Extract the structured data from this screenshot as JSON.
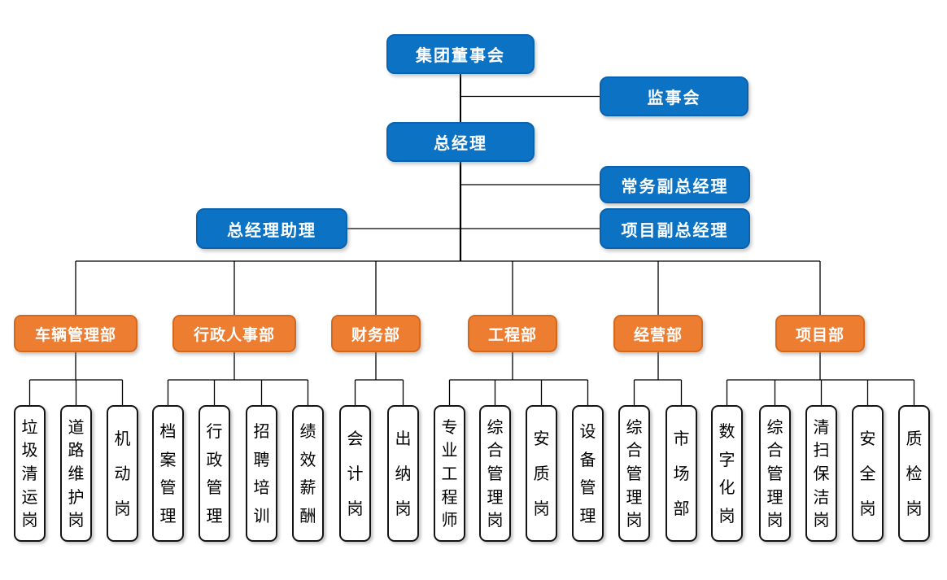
{
  "colors": {
    "blue": "#0C72C4",
    "blue_border": "#0A63B1",
    "orange": "#ED7D31",
    "orange_border": "#D2691E",
    "line": "#000000",
    "leaf_border": "#141414",
    "text_on_fill": "#FFFFFF",
    "leaf_text": "#000000",
    "background": "#FFFFFF"
  },
  "executive": {
    "board": "集团董事会",
    "supervisory": "监事会",
    "general_manager": "总经理",
    "executive_deputy_gm": "常务副总经理",
    "gm_assistant": "总经理助理",
    "project_deputy_gm": "项目副总经理"
  },
  "departments": [
    {
      "name": "车辆管理部",
      "positions": [
        "垃圾清运岗",
        "道路维护岗",
        "机动岗"
      ]
    },
    {
      "name": "行政人事部",
      "positions": [
        "档案管理",
        "行政管理",
        "招聘培训",
        "绩效薪酬"
      ]
    },
    {
      "name": "财务部",
      "positions": [
        "会计岗",
        "出纳岗"
      ]
    },
    {
      "name": "工程部",
      "positions": [
        "专业工程师",
        "综合管理岗",
        "安质岗",
        "设备管理"
      ]
    },
    {
      "name": "经营部",
      "positions": [
        "综合管理岗",
        "市场部"
      ]
    },
    {
      "name": "项目部",
      "positions": [
        "数字化岗",
        "综合管理岗",
        "清扫保洁岗",
        "安全岗",
        "质检岗"
      ]
    }
  ]
}
